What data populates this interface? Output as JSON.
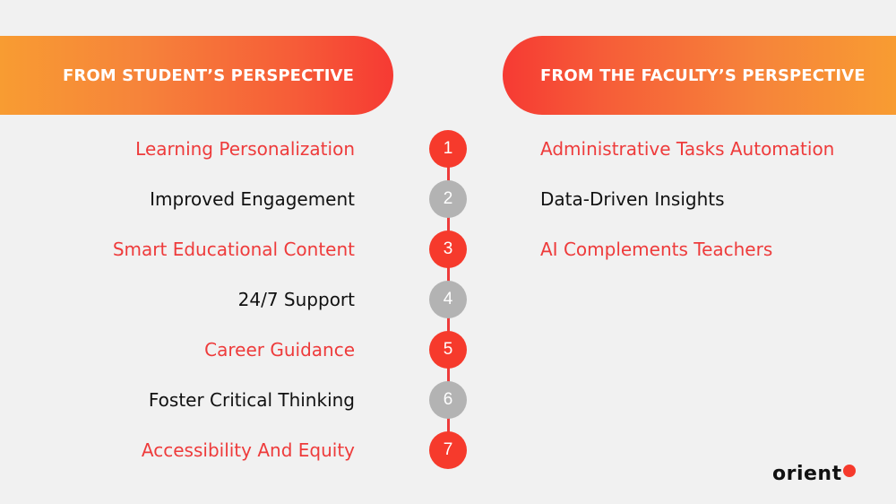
{
  "colors": {
    "accent_red": "#ee3b3b",
    "step_red": "#f63a2c",
    "step_gray": "#b3b3b3",
    "gradient_orange": "#f89c32",
    "gradient_red": "#f63a33",
    "background": "#f1f1f1",
    "text_dark": "#111111"
  },
  "left_panel": {
    "title": "FROM STUDENT’S PERSPECTIVE",
    "items": [
      {
        "label": "Learning Personalization",
        "color": "red"
      },
      {
        "label": "Improved Engagement",
        "color": "black"
      },
      {
        "label": "Smart Educational Content",
        "color": "red"
      },
      {
        "label": "24/7 Support",
        "color": "black"
      },
      {
        "label": "Career Guidance",
        "color": "red"
      },
      {
        "label": "Foster Critical Thinking",
        "color": "black"
      },
      {
        "label": "Accessibility And Equity",
        "color": "red"
      }
    ]
  },
  "right_panel": {
    "title": "FROM THE FACULTY’S PERSPECTIVE",
    "items": [
      {
        "label": "Administrative Tasks Automation",
        "color": "red"
      },
      {
        "label": "Data-Driven Insights",
        "color": "black"
      },
      {
        "label": "AI Complements Teachers",
        "color": "red"
      }
    ]
  },
  "timeline": {
    "steps": [
      {
        "number": "1",
        "color": "red"
      },
      {
        "number": "2",
        "color": "gray"
      },
      {
        "number": "3",
        "color": "red"
      },
      {
        "number": "4",
        "color": "gray"
      },
      {
        "number": "5",
        "color": "red"
      },
      {
        "number": "6",
        "color": "gray"
      },
      {
        "number": "7",
        "color": "red"
      }
    ]
  },
  "brand": {
    "logo_text": "orient"
  }
}
